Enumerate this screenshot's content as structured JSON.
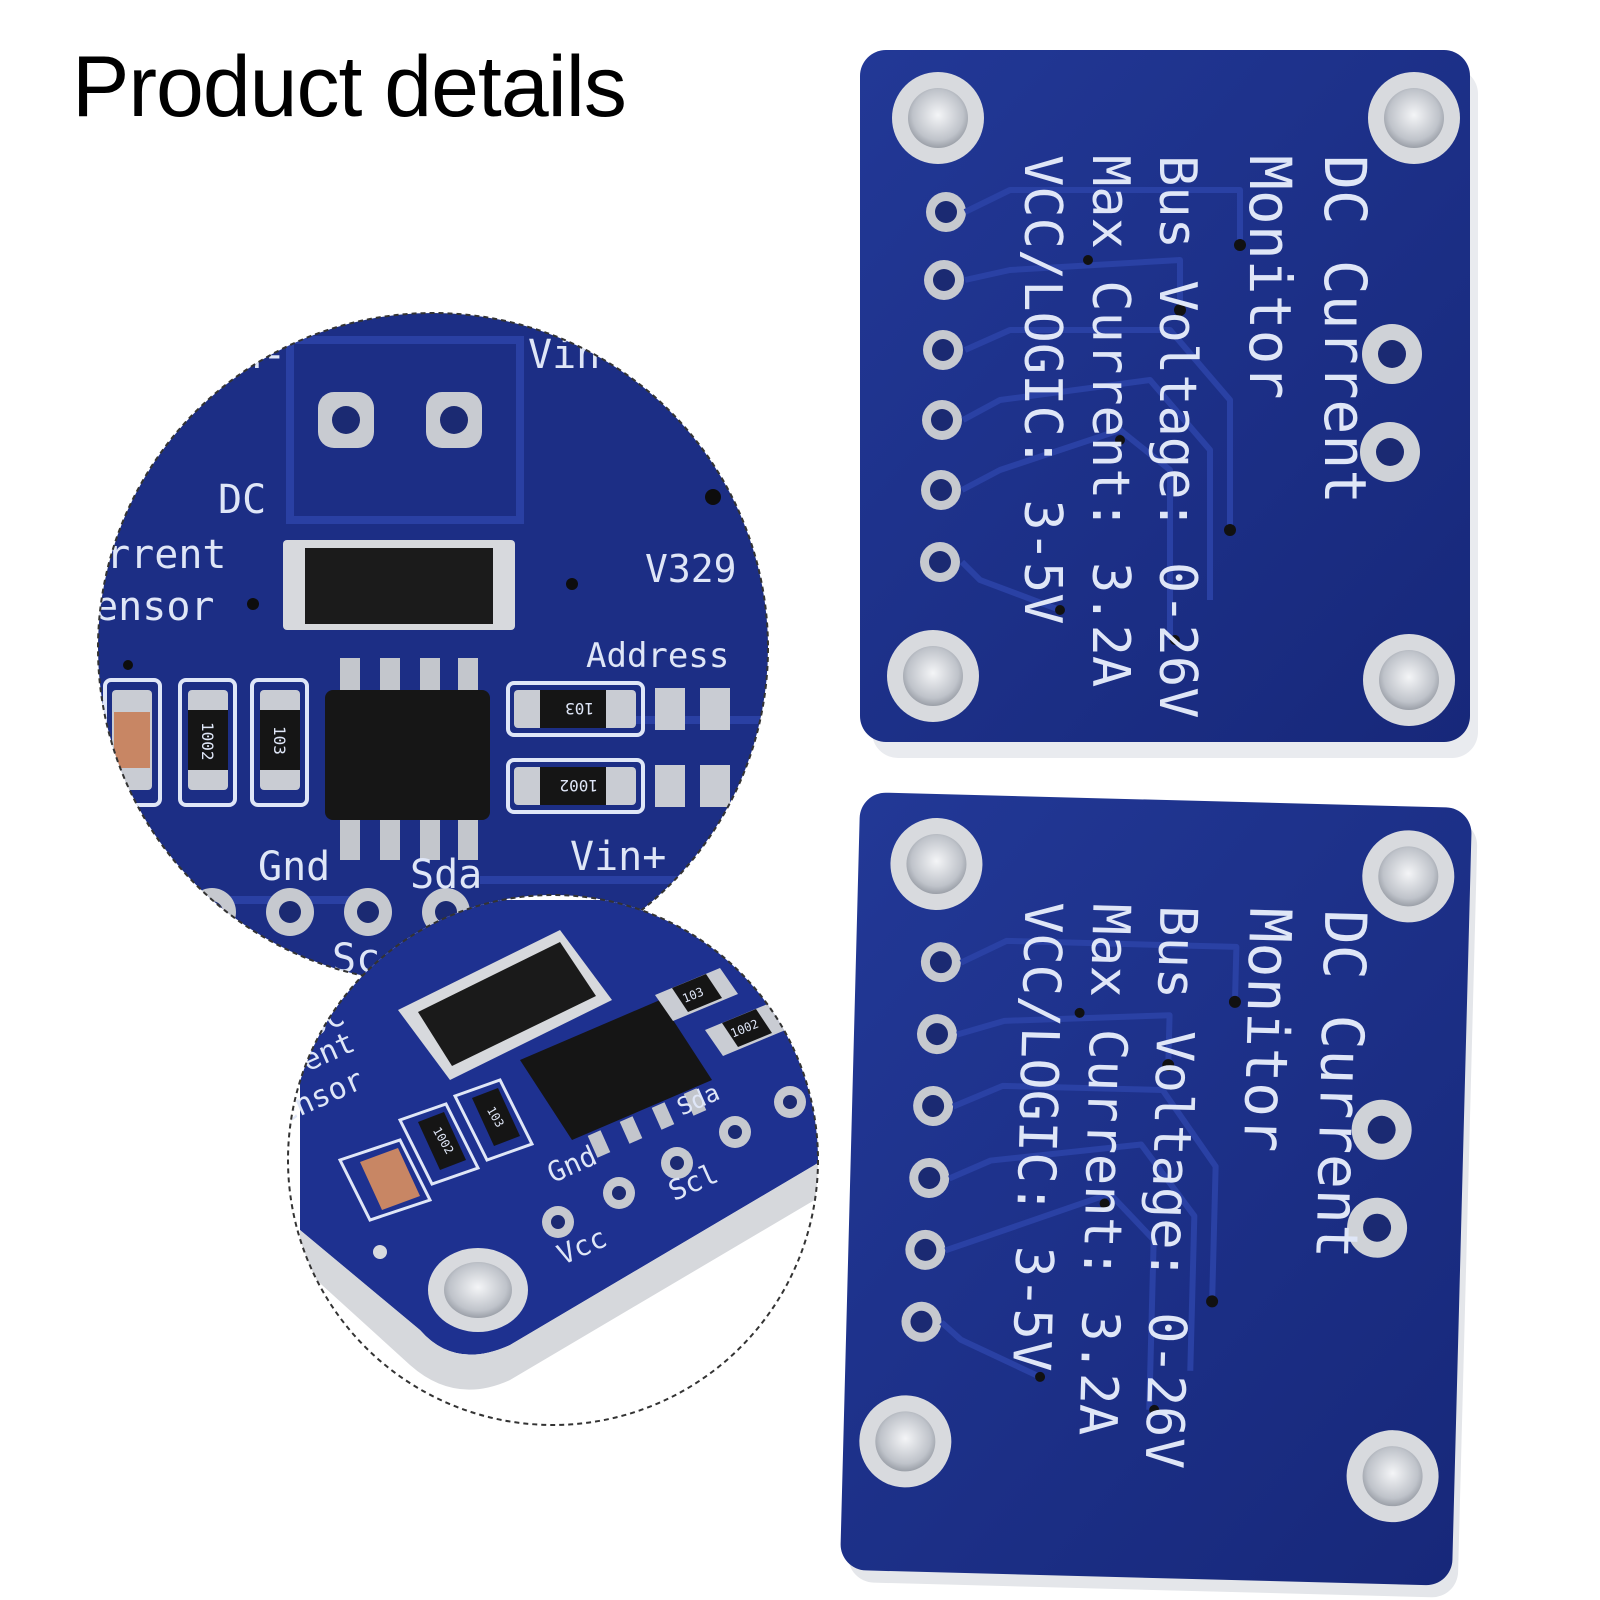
{
  "header": {
    "title": "Product details"
  },
  "colors": {
    "background": "#ffffff",
    "pcb_blue": "#1d2f86",
    "pcb_dark": "#152466",
    "silkscreen": "#dfe6f7",
    "pad_silver": "#c9ccd3",
    "chip_black": "#161616"
  },
  "board_top": {
    "lines": [
      "DC Current",
      "Monitor",
      "Bus Voltage: 0-26V",
      "Max Current: 3.2A",
      "VCC/LOGIC: 3-5V"
    ]
  },
  "board_bottom": {
    "lines": [
      "DC Current",
      "Monitor",
      "Bus Voltage: 0-26V",
      "Max Current: 3.2A",
      "VCC/LOGIC: 3-5V"
    ]
  },
  "zoom_large": {
    "labels": {
      "vin_minus": "Vin-",
      "vin_top": "Vin",
      "dc": "DC",
      "current": "urrent",
      "sensor": "Sensor",
      "version": "V329",
      "address": "Address",
      "gnd": "Gnd",
      "sda": "Sda",
      "scl": "Sc",
      "vin_plus": "Vin+"
    },
    "resistor_codes": [
      "1002",
      "103",
      "103",
      "1002"
    ]
  },
  "zoom_small": {
    "labels": {
      "dc": "DC",
      "current": "rent",
      "sensor": "ensor",
      "gnd": "Gnd",
      "scl": "Scl",
      "vcc": "Vcc",
      "sda": "Sda"
    },
    "resistor_codes": [
      "103",
      "1002",
      "103",
      "1002"
    ]
  }
}
